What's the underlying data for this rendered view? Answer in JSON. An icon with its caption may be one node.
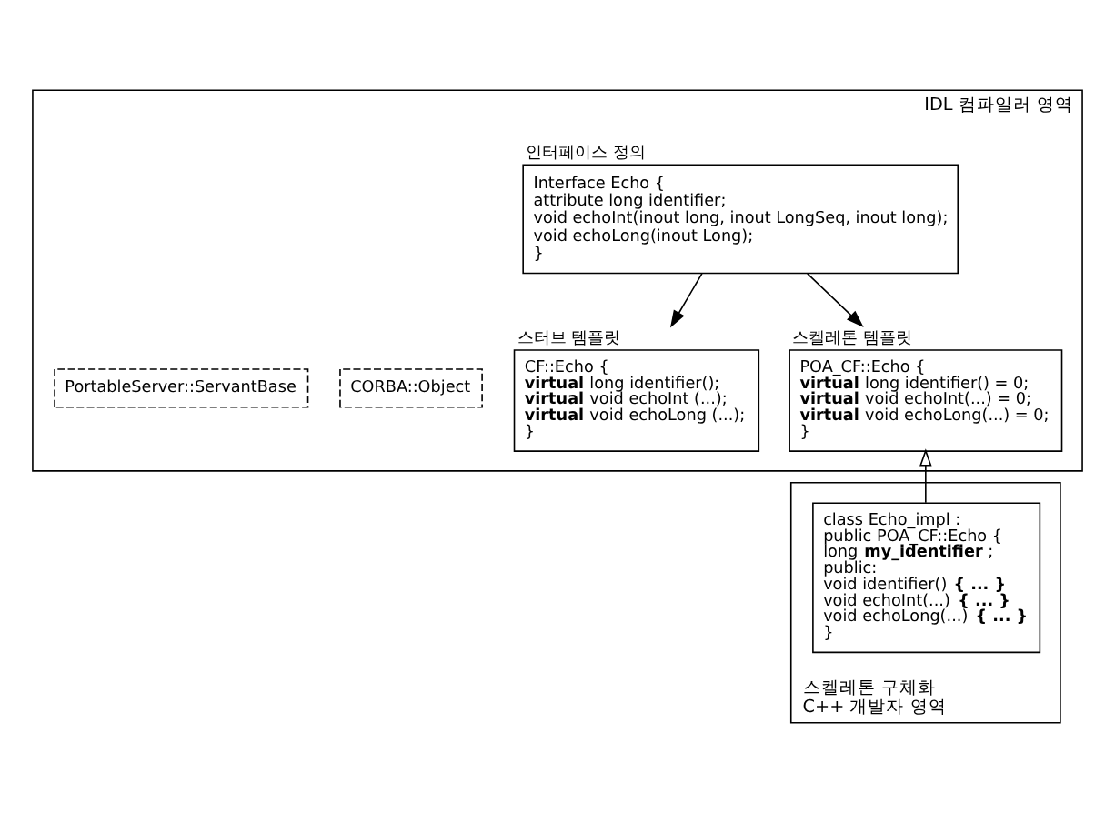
{
  "diagram": {
    "nodes": [
      {
        "text": [
          "IDL 컴파일러 영역"
        ]
      },
      {
        "text": [
          "인터페이스 정의",
          "Interface Echo {",
          "attribute long identifier;",
          "void echoInt(inout long, inout LongSeq, inout long);",
          "void echoLong(inout Long);",
          "}"
        ],
        "in": 0
      },
      {
        "text": [
          "스터브 템플릿",
          "CF::Echo {",
          "**virtual** long identifier();",
          "**virtual** void echoInt (...);",
          "**virtual** void echoLong (...);",
          "}"
        ],
        "in": 0
      },
      {
        "text": [
          "CORBA::Object"
        ],
        "in": 0
      },
      {
        "text": [
          "스켈레톤 템플릿",
          "POA_CF::Echo {",
          "**virtual** long identifier() = 0;",
          "**virtual** void echoInt(...) = 0;",
          "**virtual** void echoLong(...) = 0;",
          "}"
        ],
        "in": 0
      },
      {
        "text": [
          "PortableServer::ServantBase"
        ],
        "in": 0
      },
      {
        "text": [
          "스켈레톤 구체화",
          "C++ 개발자 영역"
        ]
      },
      {
        "text": [
          "class Echo_impl :",
          "public POA_CF::Echo {",
          "long **my_identifier** ;",
          "public:",
          "void identifier() **{ ... }**",
          "void echoInt(...) **{ ... }**",
          "void echoLong(...) **{ ... }**",
          "}"
        ],
        "in": 6
      }
    ],
    "edges": [
      {
        "from": 1,
        "to": 2,
        "arrow": "to"
      },
      {
        "from": 1,
        "to": 4,
        "arrow": "to"
      },
      {
        "from": 7,
        "to": 4,
        "arrow": "to"
      }
    ]
  }
}
